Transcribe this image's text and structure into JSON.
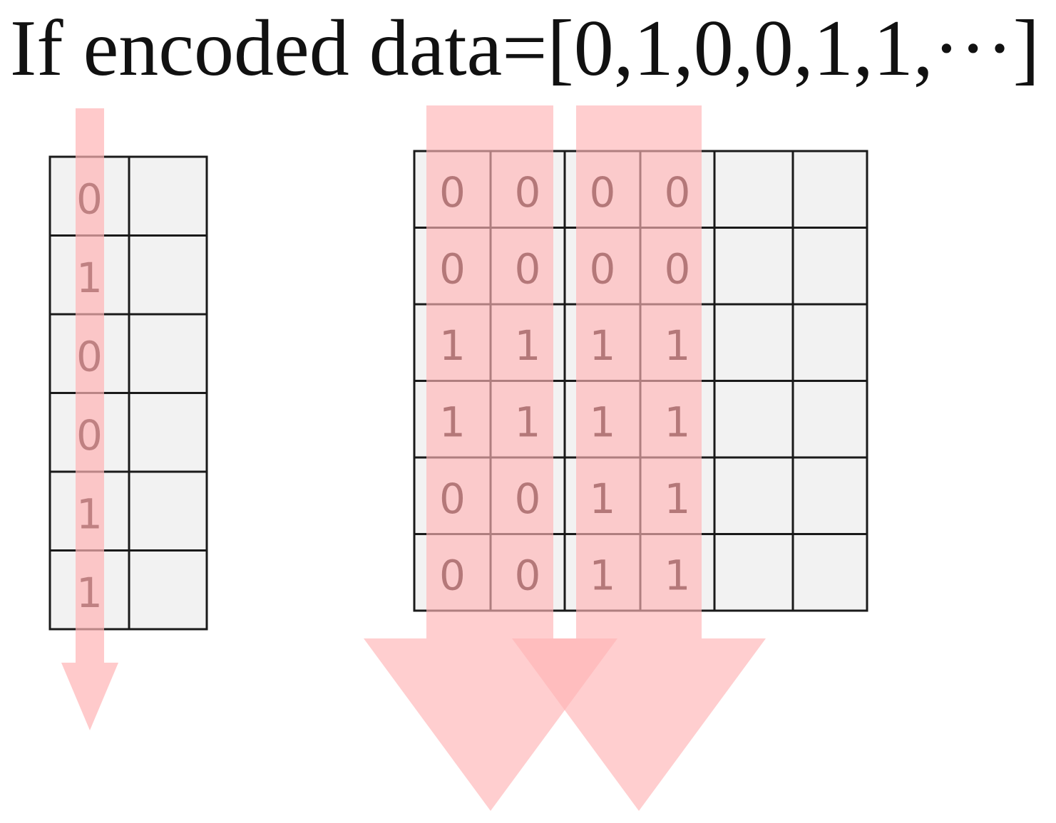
{
  "title": "If encoded data=[0,1,0,0,1,1,···]",
  "colors": {
    "cell_fill": "#f2f2f2",
    "grid_line": "#1a1a1a",
    "arrow": "#ffb3b5",
    "arrow_overlap": "#ff9ea1",
    "digit": "#2a0a0a"
  },
  "left_grid": {
    "rows": [
      [
        "0",
        ""
      ],
      [
        "1",
        ""
      ],
      [
        "0",
        ""
      ],
      [
        "0",
        ""
      ],
      [
        "1",
        ""
      ],
      [
        "1",
        ""
      ]
    ]
  },
  "right_grid": {
    "rows": [
      [
        "0",
        "0",
        "0",
        "0",
        "",
        ""
      ],
      [
        "0",
        "0",
        "0",
        "0",
        "",
        ""
      ],
      [
        "1",
        "1",
        "1",
        "1",
        "",
        ""
      ],
      [
        "1",
        "1",
        "1",
        "1",
        "",
        ""
      ],
      [
        "0",
        "0",
        "1",
        "1",
        "",
        ""
      ],
      [
        "0",
        "0",
        "1",
        "1",
        "",
        ""
      ]
    ]
  }
}
